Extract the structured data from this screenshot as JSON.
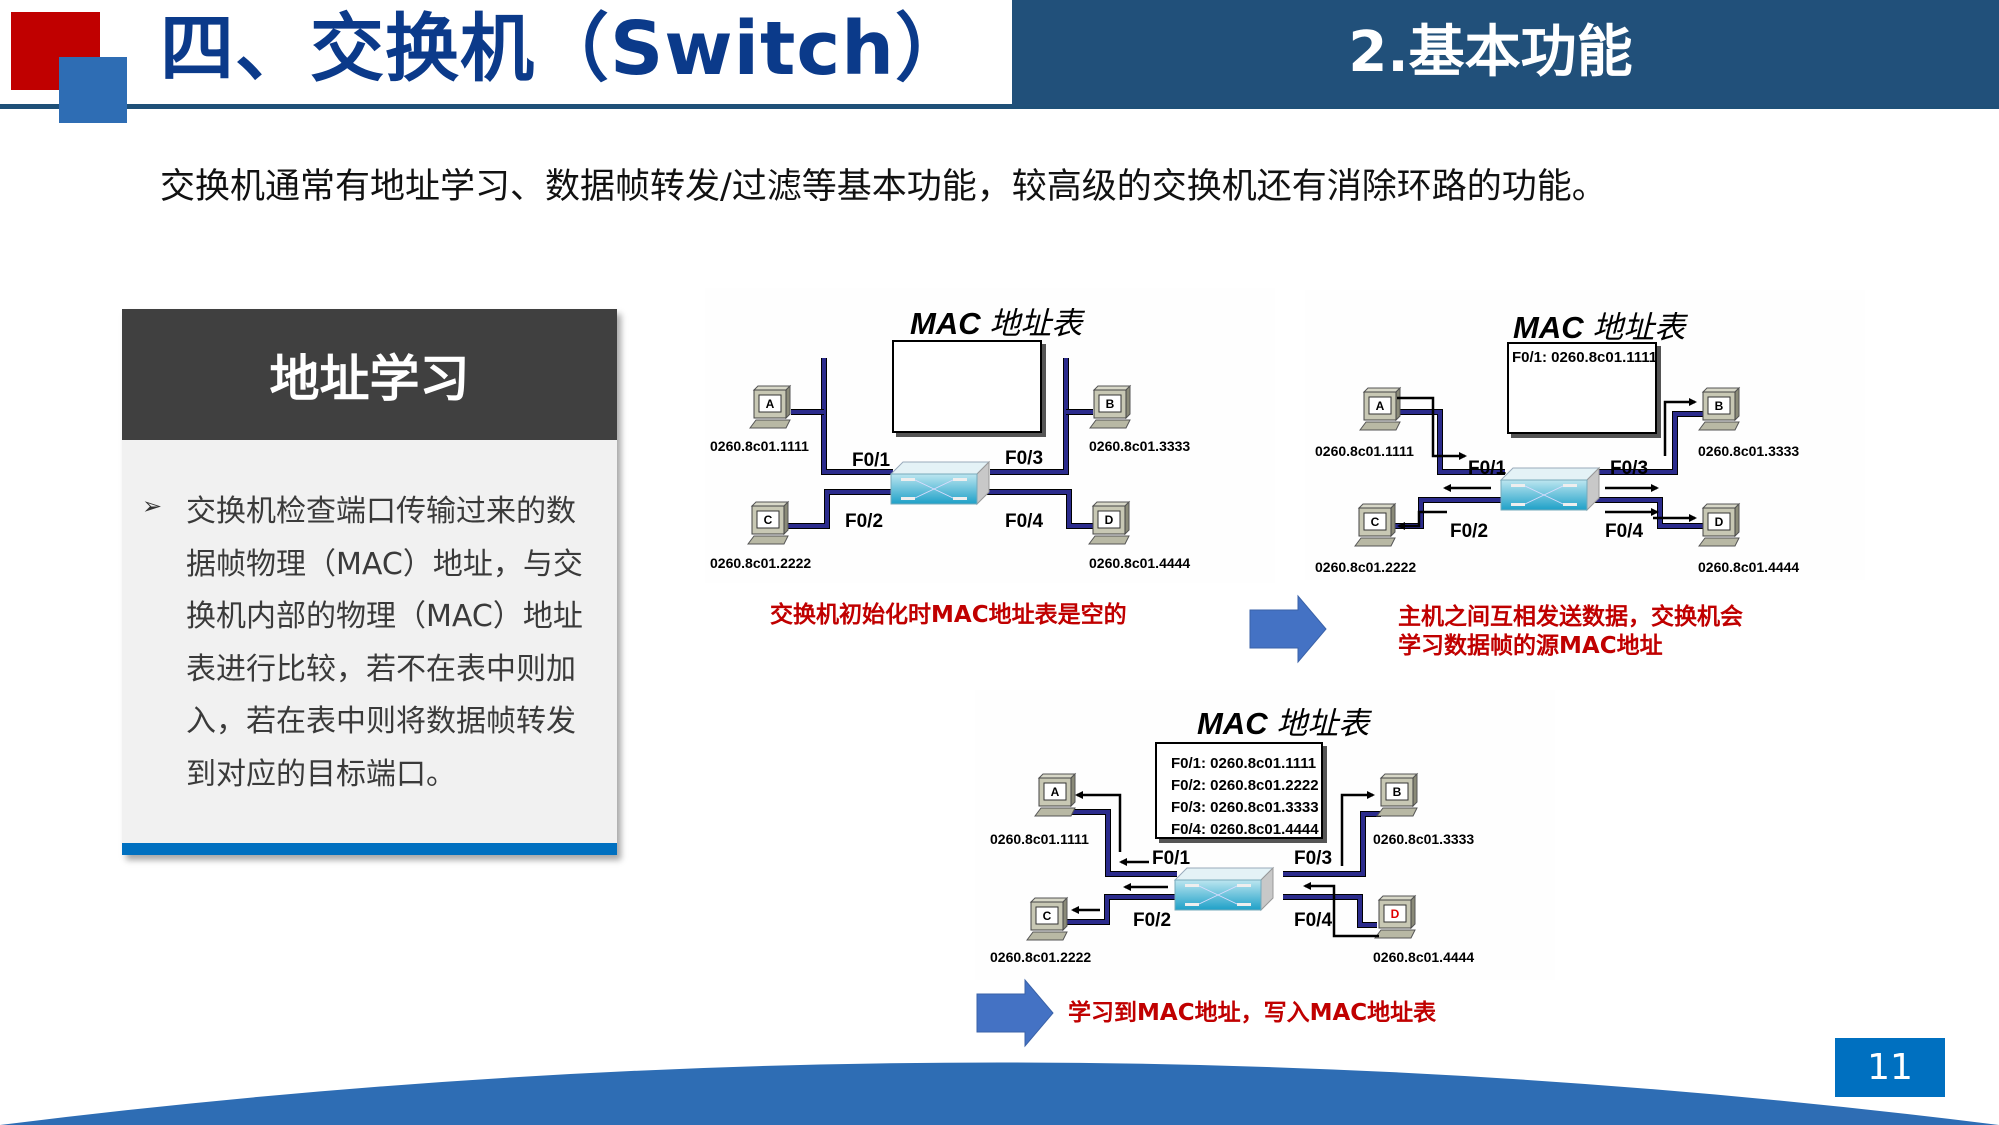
{
  "header": {
    "title": "四、交换机（Switch）",
    "section_title": "2.基本功能"
  },
  "intro": "交换机通常有地址学习、数据帧转发/过滤等基本功能，较高级的交换机还有消除环路的功能。",
  "card": {
    "title": "地址学习",
    "bullet_icon": "arrowhead-bullet",
    "bullet_glyph": "➢",
    "text": "交换机检查端口传输过来的数据帧物理（MAC）地址，与交换机内部的物理（MAC）地址表进行比较，若不在表中则加入，若在表中则将数据帧转发到对应的目标端口。"
  },
  "diagrams": [
    {
      "mac_title_en": "MAC",
      "mac_title_cn": "地址表",
      "table_rows": [],
      "hosts": [
        {
          "label": "A",
          "mac": "0260.8c01.1111",
          "port": "F0/1"
        },
        {
          "label": "B",
          "mac": "0260.8c01.3333",
          "port": "F0/3"
        },
        {
          "label": "C",
          "mac": "0260.8c01.2222",
          "port": "F0/2"
        },
        {
          "label": "D",
          "mac": "0260.8c01.4444",
          "port": "F0/4"
        }
      ],
      "caption": "交换机初始化时MAC地址表是空的"
    },
    {
      "mac_title_en": "MAC",
      "mac_title_cn": "地址表",
      "table_rows": [
        "F0/1:  0260.8c01.1111"
      ],
      "hosts": [
        {
          "label": "A",
          "mac": "0260.8c01.1111",
          "port": "F0/1"
        },
        {
          "label": "B",
          "mac": "0260.8c01.3333",
          "port": "F0/3"
        },
        {
          "label": "C",
          "mac": "0260.8c01.2222",
          "port": "F0/2"
        },
        {
          "label": "D",
          "mac": "0260.8c01.4444",
          "port": "F0/4"
        }
      ],
      "caption_lines": [
        "主机之间互相发送数据，交换机会",
        "学习数据帧的源MAC地址"
      ]
    },
    {
      "mac_title_en": "MAC",
      "mac_title_cn": "地址表",
      "table_rows": [
        "F0/1:  0260.8c01.1111",
        "F0/2:  0260.8c01.2222",
        "F0/3:  0260.8c01.3333",
        "F0/4:  0260.8c01.4444"
      ],
      "hosts": [
        {
          "label": "A",
          "mac": "0260.8c01.1111",
          "port": "F0/1"
        },
        {
          "label": "B",
          "mac": "0260.8c01.3333",
          "port": "F0/3"
        },
        {
          "label": "C",
          "mac": "0260.8c01.2222",
          "port": "F0/2"
        },
        {
          "label": "D",
          "mac": "0260.8c01.4444",
          "port": "F0/4",
          "highlight_color": "#E00000"
        }
      ],
      "caption": "学习到MAC地址，写入MAC地址表"
    }
  ],
  "colors": {
    "title_blue": "#0B3A8A",
    "header_bar": "#21507A",
    "accent_red": "#C00000",
    "accent_blue": "#0070C0",
    "cable_blue": "#2B2B8C",
    "arrow_fill": "#4472C4"
  },
  "page_number": "11"
}
